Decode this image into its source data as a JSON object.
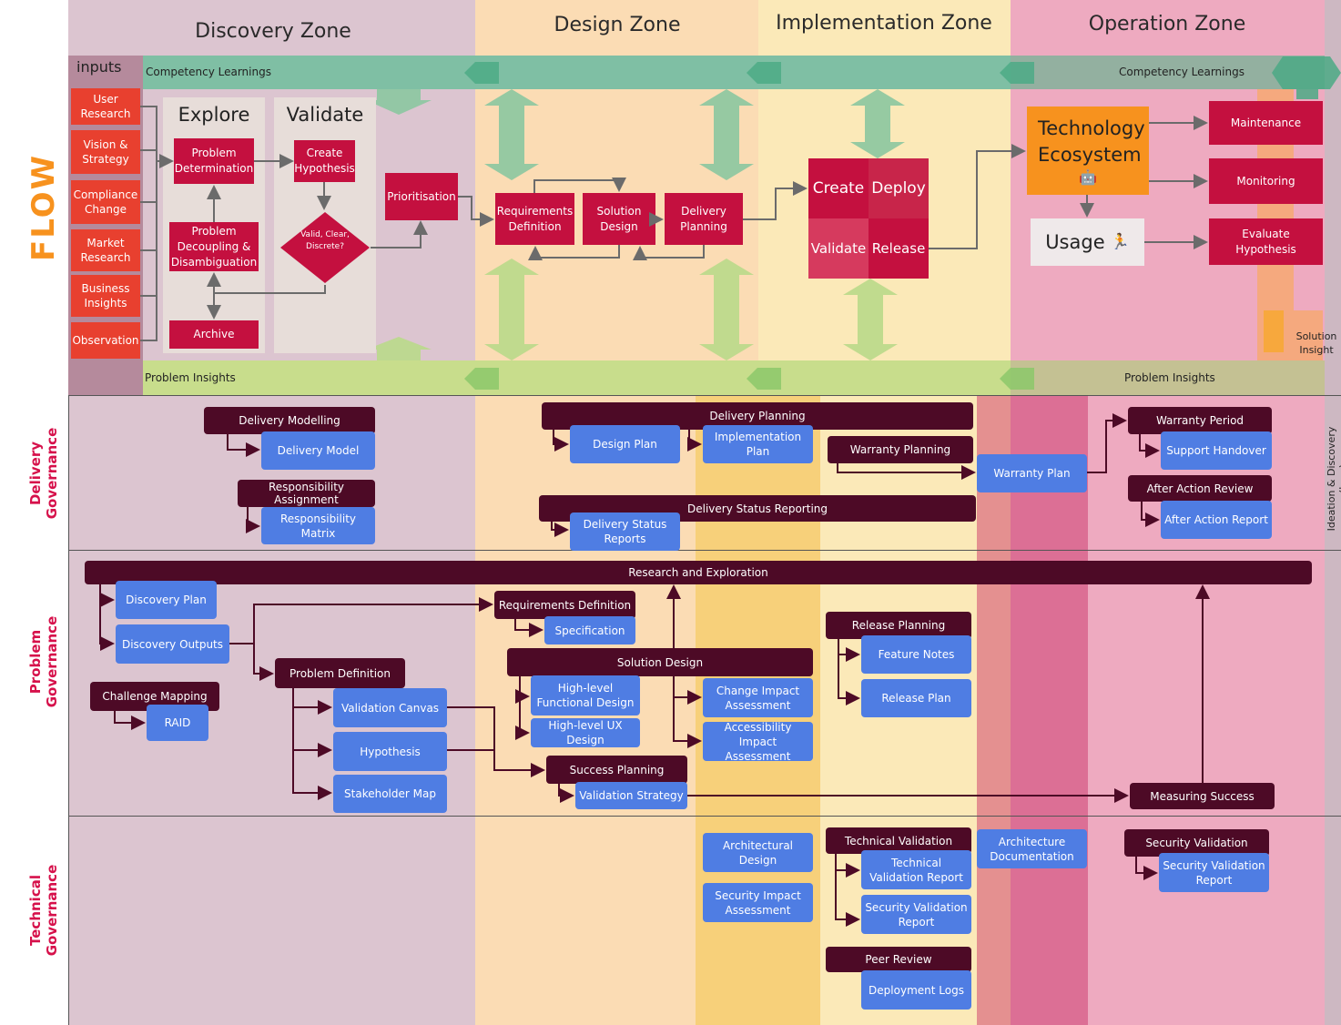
{
  "zones": [
    "Discovery Zone",
    "Design Zone",
    "Implementation Zone",
    "Operation Zone"
  ],
  "flow_label": "FLOW",
  "inputs_label": "inputs",
  "inputs": [
    "User Research",
    "Vision & Strategy",
    "Compliance Change",
    "Market Research",
    "Business Insights",
    "Observation"
  ],
  "bands": {
    "competency_left": "Competency Learnings",
    "competency_right": "Competency Learnings",
    "problem_left": "Problem Insights",
    "problem_right": "Problem Insights",
    "solution_insight": "Solution Insight"
  },
  "flow": {
    "explore": "Explore",
    "validate": "Validate",
    "problem_determination": "Problem Determination",
    "problem_decoupling": "Problem Decoupling & Disambiguation",
    "archive": "Archive",
    "create_hypothesis": "Create Hypothesis",
    "decision": "Valid, Clear, Discrete?",
    "prioritisation": "Prioritisation",
    "requirements_definition": "Requirements Definition",
    "solution_design": "Solution Design",
    "delivery_planning": "Delivery Planning",
    "create": "Create",
    "deploy": "Deploy",
    "validate_q": "Validate",
    "release": "Release",
    "tech_ecosystem": "Technology Ecosystem",
    "tech_emoji": "🤖",
    "usage": "Usage",
    "usage_emoji": "🏃",
    "maintenance": "Maintenance",
    "monitoring": "Monitoring",
    "evaluate_hypothesis": "Evaluate Hypothesis"
  },
  "lanes": {
    "delivery": "Delivery Governance",
    "problem": "Problem Governance",
    "technical": "Technical Governance",
    "right_side": "Ideation & Discovery (loop)"
  },
  "delivery": {
    "delivery_modelling": "Delivery Modelling",
    "delivery_model": "Delivery Model",
    "responsibility_assignment": "Responsibility Assignment",
    "responsibility_matrix": "Responsibility Matrix",
    "delivery_planning": "Delivery Planning",
    "design_plan": "Design Plan",
    "implementation_plan": "Implementation Plan",
    "warranty_planning": "Warranty Planning",
    "warranty_plan": "Warranty Plan",
    "delivery_status_reporting": "Delivery Status Reporting",
    "delivery_status_reports": "Delivery Status Reports",
    "warranty_period": "Warranty Period",
    "support_handover": "Support Handover",
    "after_action_review": "After Action Review",
    "after_action_report": "After Action Report"
  },
  "problem": {
    "research_exploration": "Research and Exploration",
    "discovery_plan": "Discovery Plan",
    "discovery_outputs": "Discovery Outputs",
    "challenge_mapping": "Challenge Mapping",
    "raid": "RAID",
    "problem_definition": "Problem Definition",
    "validation_canvas": "Validation Canvas",
    "hypothesis": "Hypothesis",
    "stakeholder_map": "Stakeholder Map",
    "requirements_definition": "Requirements Definition",
    "specification": "Specification",
    "solution_design": "Solution Design",
    "hl_functional_design": "High-level Functional Design",
    "hl_ux_design": "High-level UX Design",
    "change_impact": "Change Impact Assessment",
    "accessibility_impact": "Accessibility Impact Assessment",
    "success_planning": "Success Planning",
    "validation_strategy": "Validation Strategy",
    "release_planning": "Release Planning",
    "feature_notes": "Feature Notes",
    "release_plan": "Release Plan",
    "measuring_success": "Measuring Success"
  },
  "technical": {
    "architectural_design": "Architectural Design",
    "security_impact": "Security Impact Assessment",
    "technical_validation": "Technical Validation",
    "technical_validation_report": "Technical Validation Report",
    "security_validation_report_mid": "Security Validation Report",
    "peer_review": "Peer Review",
    "deployment_logs": "Deployment Logs",
    "architecture_documentation": "Architecture Documentation",
    "security_validation": "Security Validation",
    "security_validation_report": "Security Validation Report"
  },
  "colors": {
    "discovery_bg": "#dcc5d0",
    "design_bg": "#fbdcb4",
    "impl_bg": "#fbe9b8",
    "operation_bg": "#eeaac0",
    "red_box": "#c4103f",
    "input_box": "#e8402f",
    "dark_box": "#4d0a26",
    "blue_box": "#4f7de3",
    "competency_band": "#7fbfa4",
    "problem_band": "#c8dd8c",
    "orange_box": "#f7921e"
  }
}
